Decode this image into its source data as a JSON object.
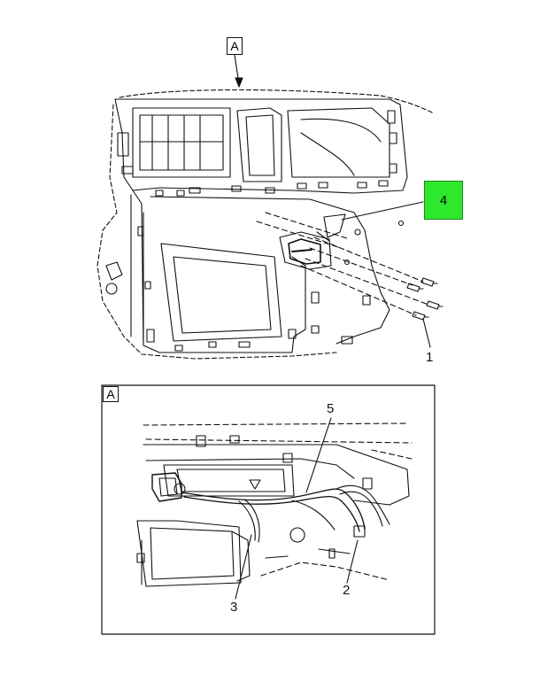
{
  "view_label_top": "A",
  "view_label_detail": "A",
  "callouts": {
    "c1": "1",
    "c2": "2",
    "c3": "3",
    "c4": "4",
    "c5": "5"
  },
  "highlight_color": "#2ee82e",
  "footer_left": "",
  "footer_right": ""
}
